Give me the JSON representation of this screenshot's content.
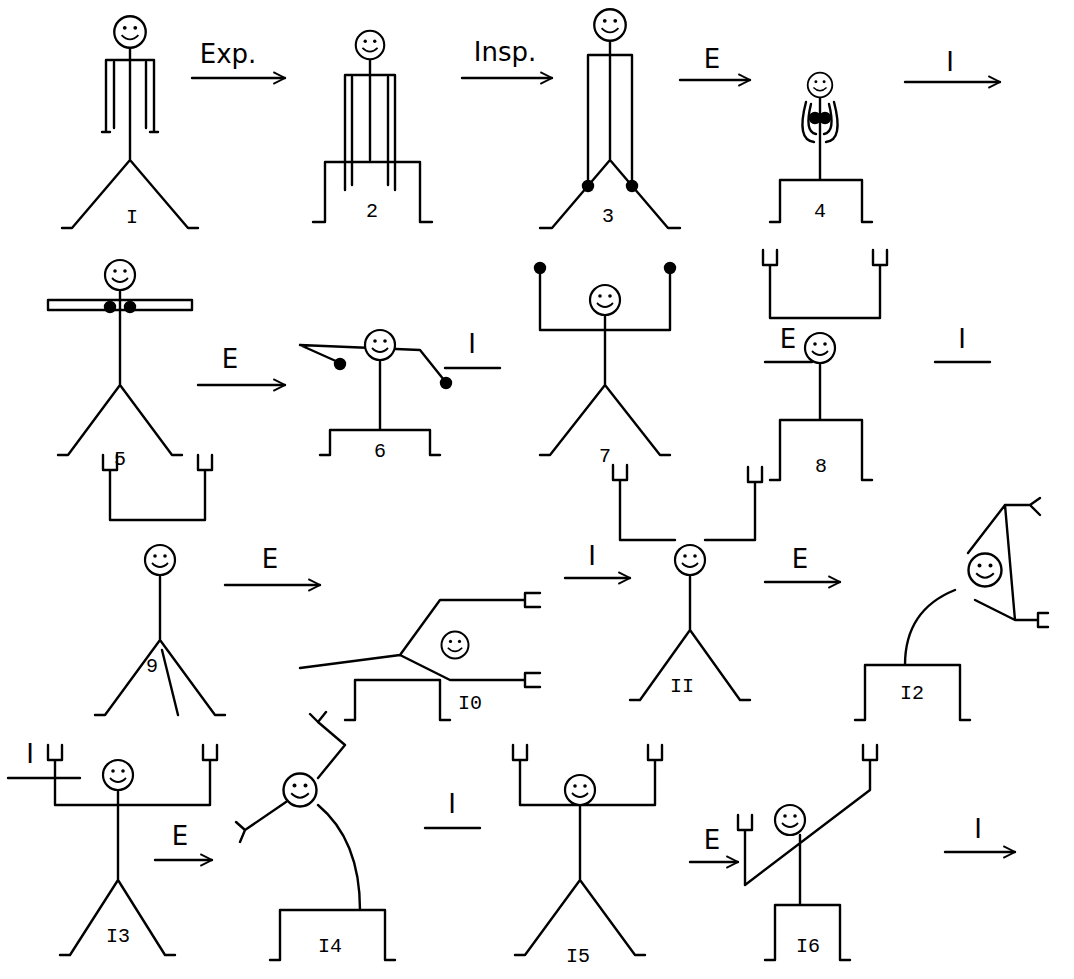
{
  "diagram": {
    "labels": [
      "I",
      "Exp.",
      "2",
      "Insp.",
      "3",
      "E",
      "4",
      "I",
      "5",
      "E",
      "6",
      "I",
      "7",
      "E",
      "8",
      "I",
      "9",
      "E",
      "I0",
      "I",
      "II",
      "E",
      "I2",
      "I",
      "I3",
      "E",
      "I4",
      "I",
      "I5",
      "E",
      "I6",
      "I"
    ]
  }
}
